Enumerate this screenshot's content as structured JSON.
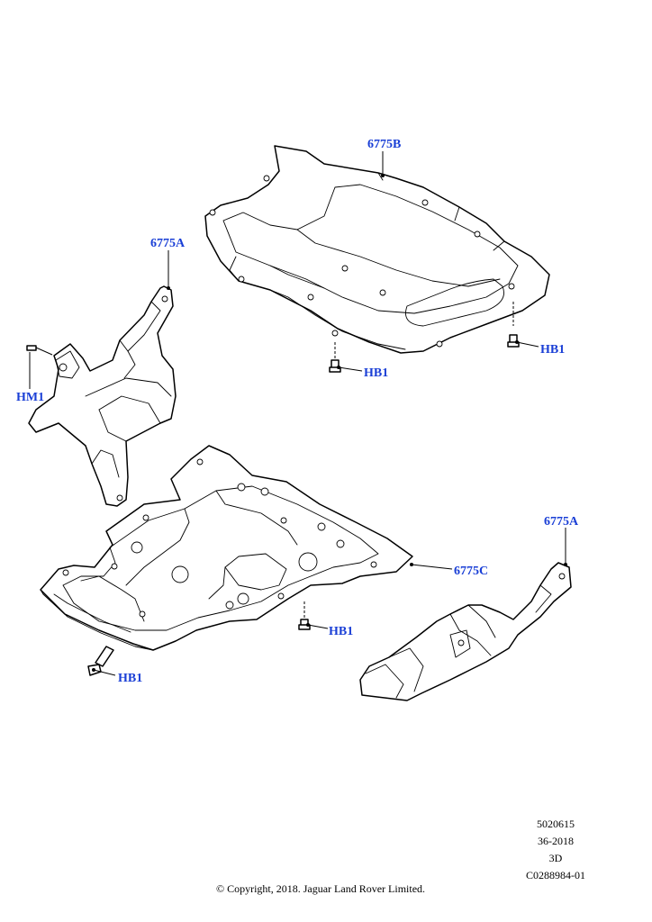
{
  "callouts": [
    {
      "id": "c1",
      "label": "6775B"
    },
    {
      "id": "c2",
      "label": "6775A"
    },
    {
      "id": "c3",
      "label": "HM1"
    },
    {
      "id": "c4",
      "label": "HB1"
    },
    {
      "id": "c5",
      "label": "HB1"
    },
    {
      "id": "c6",
      "label": "6775A"
    },
    {
      "id": "c7",
      "label": "6775C"
    },
    {
      "id": "c8",
      "label": "HB1"
    },
    {
      "id": "c9",
      "label": "HB1"
    }
  ],
  "reference": {
    "line1": "5020615",
    "line2": "36-2018",
    "line3": "3D",
    "line4": "C0288984-01"
  },
  "copyright": "© Copyright, 2018. Jaguar Land Rover Limited."
}
